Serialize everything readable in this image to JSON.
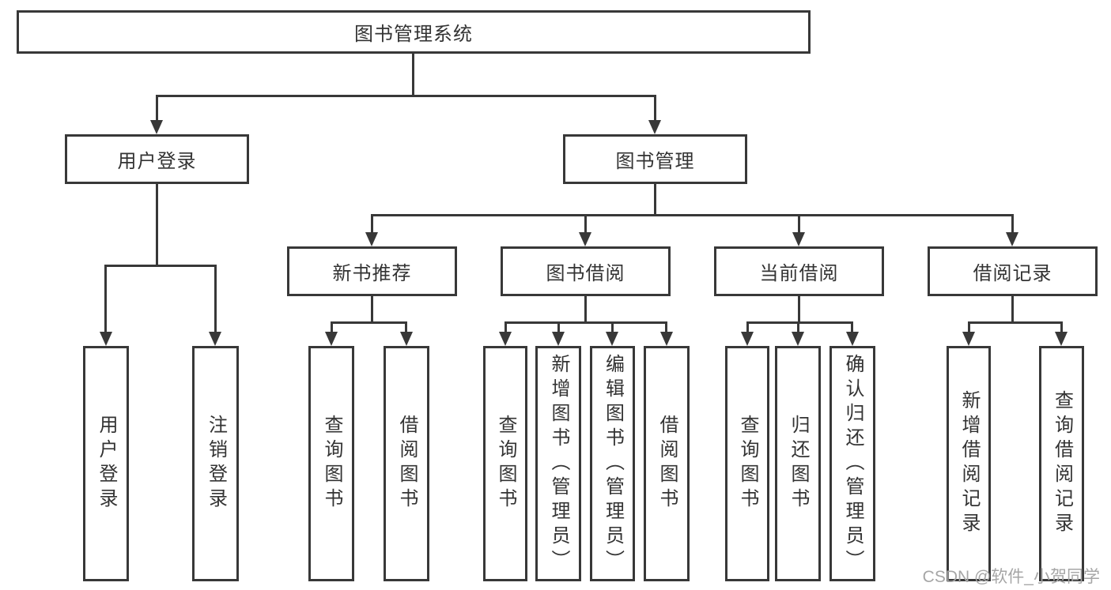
{
  "diagram": {
    "title": "图书管理系统",
    "level2": {
      "user_login": "用户登录",
      "book_management": "图书管理"
    },
    "level3": {
      "new_book_recommend": "新书推荐",
      "book_borrow": "图书借阅",
      "current_borrow": "当前借阅",
      "borrow_records": "借阅记录"
    },
    "leaves": {
      "user_login": "用户登录",
      "logout": "注销登录",
      "recommend_query_book": "查询图书",
      "recommend_borrow_book": "借阅图书",
      "borrow_query_book": "查询图书",
      "borrow_add_book_admin": "新增图书（管理员）",
      "borrow_edit_book_admin": "编辑图书（管理员）",
      "borrow_borrow_book": "借阅图书",
      "current_query_book": "查询图书",
      "current_return_book": "归还图书",
      "current_confirm_return_admin": "确认归还（管理员）",
      "records_add_record": "新增借阅记录",
      "records_query_record": "查询借阅记录"
    },
    "watermark": "CSDN @软件_小贺同学",
    "colors": {
      "line": "#383838",
      "text": "#333333",
      "background": "#ffffff",
      "watermark": "#a6a6a6"
    }
  }
}
